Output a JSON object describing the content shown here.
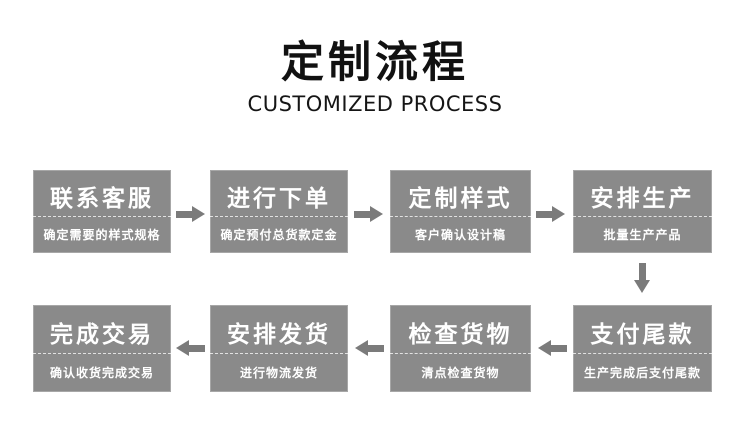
{
  "header": {
    "title": "定制流程",
    "subtitle": "CUSTOMIZED PROCESS"
  },
  "steps": [
    {
      "title": "联系客服",
      "subtitle": "确定需要的样式规格"
    },
    {
      "title": "进行下单",
      "subtitle": "确定预付总货款定金"
    },
    {
      "title": "定制样式",
      "subtitle": "客户确认设计稿"
    },
    {
      "title": "安排生产",
      "subtitle": "批量生产产品"
    },
    {
      "title": "支付尾款",
      "subtitle": "生产完成后支付尾款"
    },
    {
      "title": "检查货物",
      "subtitle": "清点检查货物"
    },
    {
      "title": "安排发货",
      "subtitle": "进行物流发货"
    },
    {
      "title": "完成交易",
      "subtitle": "确认收货完成交易"
    }
  ],
  "icons": {
    "arrow_right": "arrow-right-icon",
    "arrow_down": "arrow-down-icon",
    "arrow_left": "arrow-left-icon"
  },
  "colors": {
    "box_gray": "#8a8a8a",
    "arrow_gray": "#7b7b7b",
    "box_text": "#ffffff",
    "title_text": "#111111",
    "background": "#ffffff"
  }
}
